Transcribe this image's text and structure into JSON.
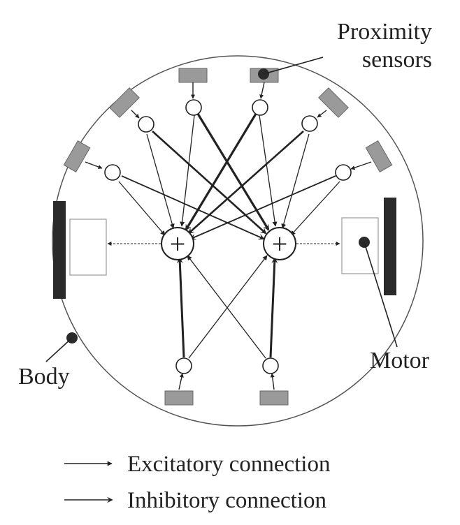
{
  "labels": {
    "proximity_line1": "Proximity",
    "proximity_line2": "sensors",
    "body": "Body",
    "motor": "Motor"
  },
  "legend": {
    "excitatory": "Excitatory connection",
    "inhibitory": "Inhibitory connection"
  },
  "summation_symbol": "+",
  "colors": {
    "ink": "#222222",
    "sensor_fill": "#9a9a9a",
    "wheel_fill": "#2a2a2a",
    "body_outline": "#555555",
    "motor_box": "#999999"
  }
}
